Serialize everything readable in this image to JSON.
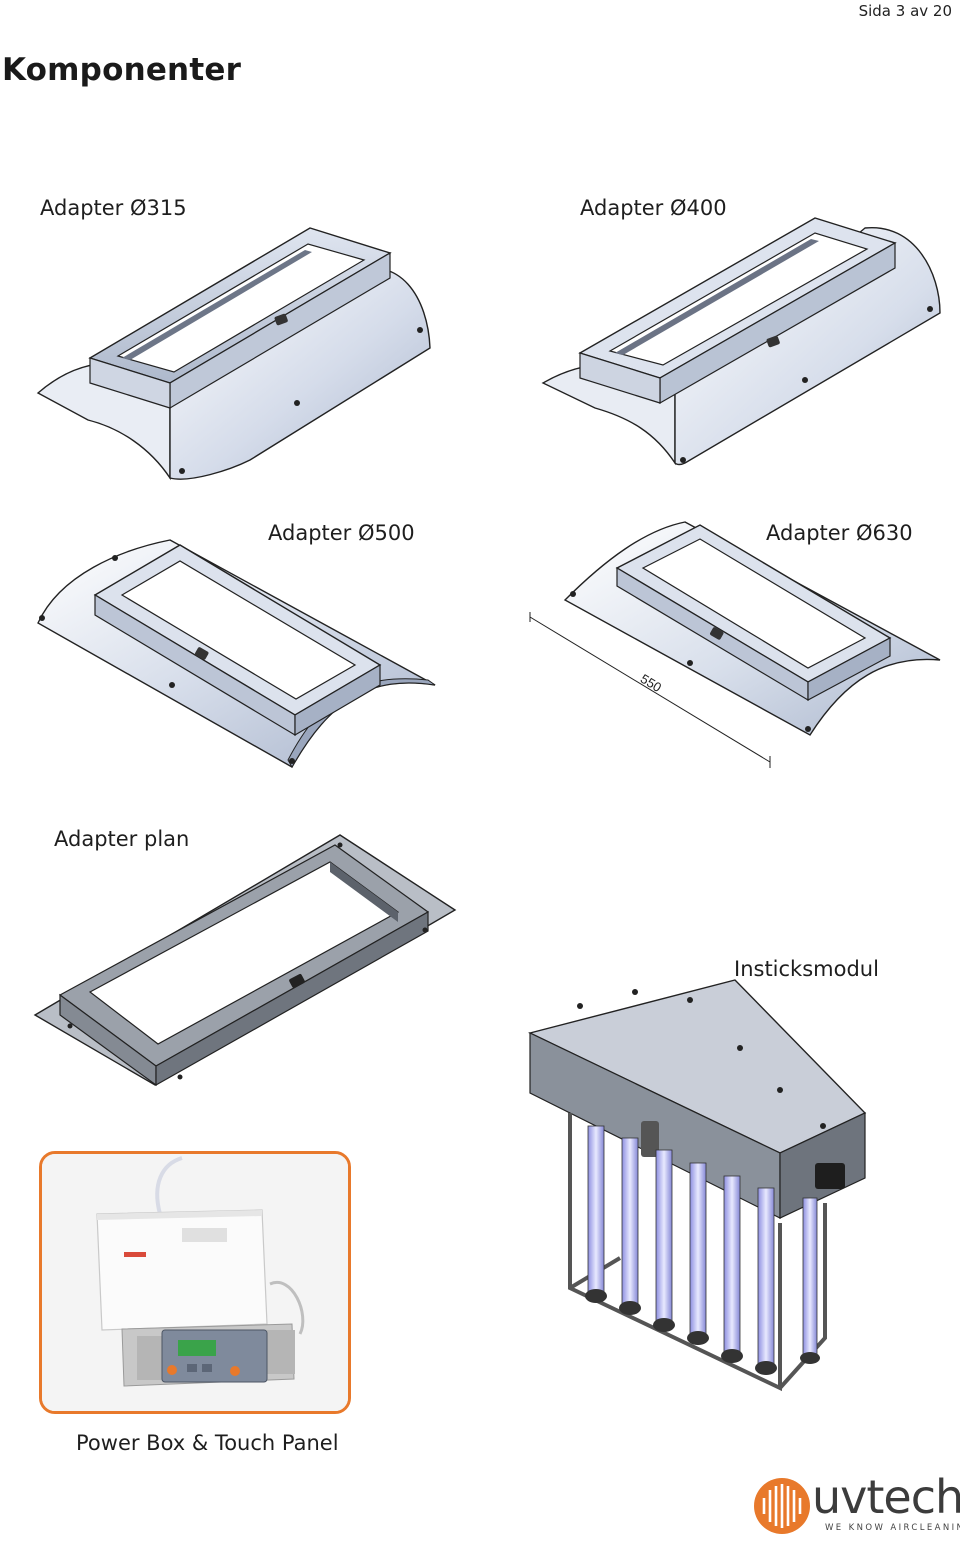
{
  "header": {
    "page_number": "Sida 3 av 20"
  },
  "title": "Komponenter",
  "components": [
    {
      "caption": "Adapter Ø315"
    },
    {
      "caption": "Adapter Ø400"
    },
    {
      "caption": "Adapter Ø500"
    },
    {
      "caption": "Adapter Ø630",
      "dimension_label": "550"
    },
    {
      "caption": "Adapter plan"
    },
    {
      "caption": "Insticksmodul"
    },
    {
      "caption": "Power Box & Touch Panel"
    }
  ],
  "brand": {
    "name": "uvtech",
    "tagline": "WE KNOW AIRCLEANING",
    "color": "#e8792b"
  },
  "colors": {
    "frame_accent": "#e8792b",
    "metal": "#c9d1de",
    "dark_metal": "#8a919b"
  }
}
